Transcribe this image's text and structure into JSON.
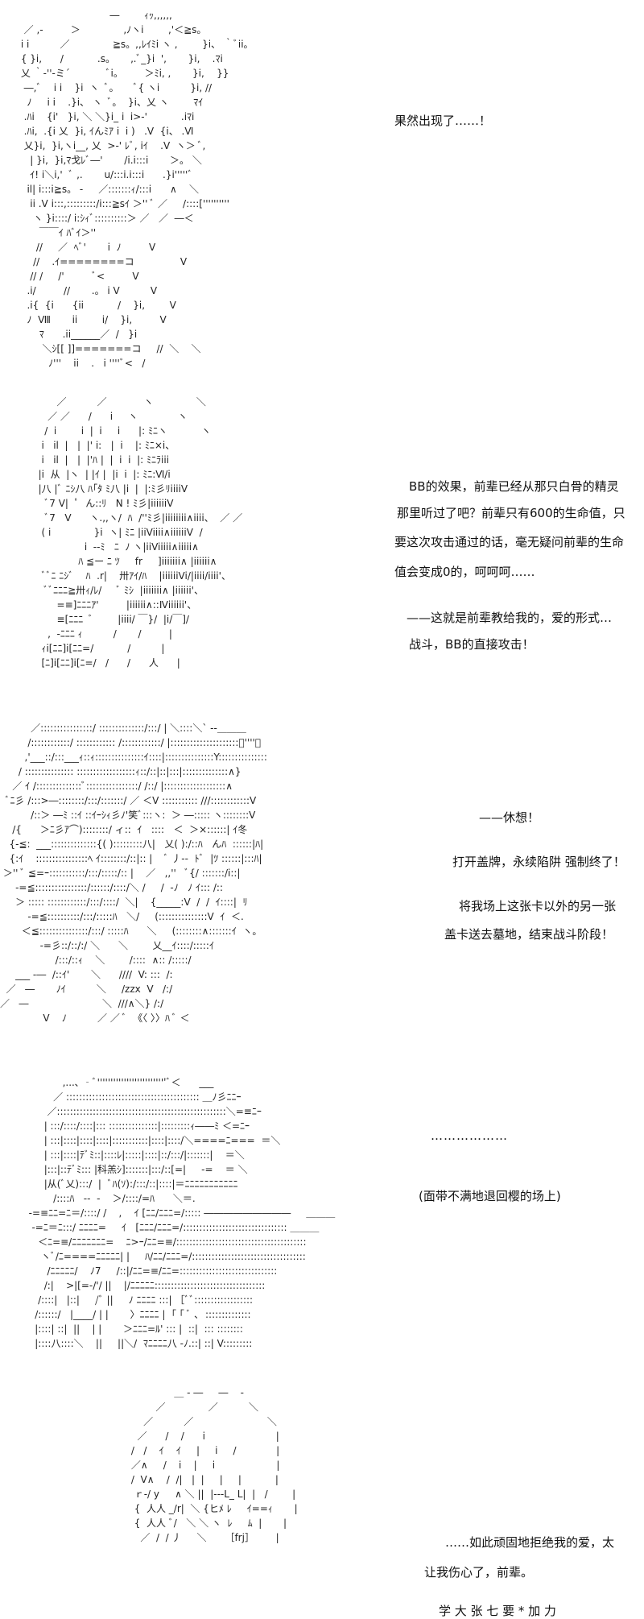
{
  "panels": [
    {
      "art": [
        "                              ―        ｨｯ,,,,,,",
        "  ／ ,‐         ＞              ,ﾉヽi        ,'＜≧s。",
        " i i          ／              ≧s。,,ﾚｲﾐi ヽ ,        }i、 ｀ﾞii。",
        " { }i,      /           .s。     ,.ﾞ_}i  ',       }i,    .ﾏi",
        " 乂 ｀‐''‐ミ´            ﾞi。       ＞ﾐi, ,       }i,    }}",
        "  ―,ﾞ    i i    }i  ヽ  ﾞ。     ﾞ{ ヽi          }i, //",
        "   ﾉ     i i    .}i、 ヽ  ﾞ。  }i、乂 ヽ        ﾏｲ",
        "  .ﾊi    {i'   }i, ＼ ＼}i_ i  i>‐'           .iﾏi",
        "  .ﾊi,  .{i 乂  }i, ｲんﾐｱ i  i )   .V  {i、 .Ⅵ",
        "  乂}i,  }i,ヽi__, 乂  >‐' ﾚﾞ, iｲ    .V  ヽ＞ ﾞ,",
        "    | }i,  }i,ﾏ戈ﾚﾞ―'       /i.i:::i       ＞。 ＼",
        "    ｲ! i＼i,'  ﾞ ,.       u/:::i.i:::i      .}i'''''ﾞ",
        "   il| i:::i≧s。 ‐     ／:::::::ｨ/:::i      ∧    ＼",
        "    ii .V i:::,:::::::::/i:::≧sｲ ＞'' ﾞ ／     /::::[''''''''''",
        "     ヽ }i::::/ i:ｼｨﾞ::::::::::＞ ／   ／  ―＜",
        "       ￣￣ｲ ﾊﾞｲ＞''",
        "      //     ／  ﾍﾞ'       i  ﾉ         V",
        "     //    .ｲ========コ               V",
        "    // /     /'         ﾞ<         V",
        "   .i/         //       .。 i V          V",
        "   .i{  {i      {ii           /    }i,        V",
        "   ﾉ  Ⅷ       ii        i/    }i,         V",
        "       ﾏ      .ii______／  /   }i",
        "        ＼ｼ[[ ]]=======コ     //  ＼    ＼",
        "          ﾉ'''    ii    .   i ''''ﾞ<   /"
      ],
      "lines": [
        "果然出现了……！"
      ]
    },
    {
      "art": [
        "        ／          ／            ヽ              ＼",
        "     ／ ／      /      i     ヽ             ヽ",
        "    /  i        i  |  i     i      |: ﾐﾆヽ           ヽ",
        "   i   il  |   |  |' i:   |  i    |: ﾐﾆ×i、",
        "   i   il  |   |  |'ﾊ |  |  i  i  |: ﾐﾆﾗiii",
        "  |i  从  |ヽ  | |ｲ |  |i  i  |: ﾐﾆ:Ⅵ/i",
        "  |八 |ﾞ ﾆｼ八 ﾊ｢ﾀ ﾐ八 |i  |  |:ﾐ彡ﾘiiiiV",
        "    ﾞ7 V|  ﾟ  ん::ﾘ   N ! ﾐ彡|iiiiiiV",
        "    ﾞ7   V      ヽ.,,ヽ/  ﾊ  /''ﾐ彡|iiiiiiii∧iiii、  ／ ／",
        "   ( i              }i  ヽ| ﾐﾆ |iiViiii∧iiiiiiV  /",
        "                 i  ‐‐ﾐ   ﾆ  ﾉ ヽ|iiViiiii∧iiiii∧",
        "               ﾊ ≦ー ﾆ ﾂ     fr     ]iiiiiii∧ |iiiiii∧",
        "   ﾞﾞﾆ ﾆｼﾞ    ﾊ  .r|    卅ｱｲ/ﾊ    |iiiiiiVi/|iiii/iiii'、",
        "    ﾞﾞﾆﾆﾆ≧卅ｨ/ﾚ/     ﾞ ﾐｼ  |iiiiiii∧ |iiiiii'、",
        "        =≡]ﾆﾆﾆｱ'         |iiiiii∧::Ⅳiiiiii'、",
        "        ≡[ﾆﾆﾆ  ﾞ        |iiii/ ￣}/  |i/￣]/",
        "     ,  -ﾆﾆﾆ ｨ          /       /         |",
        "   ｨi[ﾆﾆ]i[ﾆﾆ=/           /          |",
        "   [ﾆ]i[ﾆﾆ]i[ﾆ=/   /      /      人      |"
      ],
      "lines": [
        "BB的效果，前辈已经从那只白骨的精灵",
        "那里听过了吧？前辈只有600的生命值，只",
        "要这次攻击通过的话，毫无疑问前辈的生命",
        "值会变成0的，呵呵呵……",
        "——这就是前辈教给我的，爱的形式…",
        "战斗，BB的直接攻击！"
      ]
    },
    {
      "art": [
        "          ／::::::::::::::::/ ::::::::::::::/:::/ | ＼::::＼` ‐‐＿＿＿",
        "         /::::::::::::/ :::::::::::: /::::::::::::/ |:::::::::::::::::::::ﾞ''''ﾞ",
        "        ,'___::/:::___ｨ::ｨ:::::::::::::::ｲ::::|:::::::::::::::Y:::::::::::::::",
        "      / ::::::::::::::: ::::::::::::::::::ｨ::/::|::|:::|::::::::::::::∧}",
        "    ／ ｲ /::::::::::::::ﾞ::::::::::::::::/ /::/ |:::::::::::::::::::∧",
        "  ﾞﾆ彡 /:::>―::::::::/:::/:::::::/ ／ ＜V ::::::::::: ///::::::::::::V",
        "          /::＞ ―ﾐ ::ｲ ::ｲｰｼｨ彡ﾉ'笑ﾞ:::ヽ:  ＞ ―::::: ヽ::::::::V",
        "    /{      ＞ﾆ彡ｱ⌒)::::::::/ ィ::  ｲ   ::::   ＜  ＞×::::::| ｲ冬",
        "   {‐≦:  ___::::::::::::::{( ):::::::::八|   乂( ):/::ﾊ   んﾊ  ::::::|ﾊ|",
        "   {:ｲ    ::::::::::::::::ﾍ ｲ::::::::/::|:: |    ﾞ 丿‐‐  ﾄﾞ  |ﾂ ::::::|:::ﾊ|",
        " ＞'' ﾞ ≦=ｰ:::::::::::/:::/:::::/:: |    ／   ,,''   ﾞ{/ :::::::/i::|",
        "     ‐=≦::::::::::::::::/::::::/::::/＼ /     /  ‐ﾉ   ﾉ ｲ::: /::",
        "     ＞ ::::: ::::::::::::/:::/::::/  ＼|    {_____:V  /  /  ｲ::::|  ﾘ",
        "         ‐=≦::::::::::/:::/:::::ﾊ   ＼/     (:::::::::::::::V  ｲ  ＜.",
        "       ＜≦:::::::::::::::/:::/ :::::ﾊ      ＼     (::::::::∧:::::::ｲ  ヽ。",
        "             ‐=彡::/::/:/ ＼      ＼        乂__ｲ::::/:::::ｲ",
        "                  /:::/::ｨ    ＼        /::::  ∧:: /:::::/",
        "     ___ ‐―  /::ｲ'       ＼      ////  V: :::  /:",
        "  ／   ―       ﾉｲ          ＼     /zzx  V   /:/",
        "／   ―                        ＼  ///∧＼} /:/",
        "              V    ﾉ          ／ ／ ﾞ  《〈 〉〉ﾊ ﾞ ＜"
      ],
      "lines": [
        "——休想！",
        "打开盖牌，永续陷阱 强制终了！",
        "将我场上这张卡以外的另一张",
        "盖卡送去墓地，结束战斗阶段！"
      ]
    },
    {
      "art": [
        "             ,...､ ‐ﾞ''''''''''''''''''''''''''ﾞ＜      ___",
        "          ／ ::::::::::::::::::::::::::::::::::::::::: ＿ﾉ彡ﾆﾆｰ",
        "        ／::::::::::::::::::::::::::::::::::::::::::::::::::::＼=≡ﾆｰ",
        "       | :::/::::/::::|::: :::::::::::::::|:::::::::ｨ――ﾐ ＜=ﾆｰ",
        "       | :::|::::|::::|::::|:::::::::::|::::|::::/＼====ﾆ===  ＝＼",
        "       | :::|::::|ﾃﾞﾐ::|::::ﾚ|:::::|::::|::/:::/|:::::::|    ＝＼",
        "       |:::|::ﾃﾞﾐ::: |科羔ｼ]:::::::|:::/::[=|     ‐=    ＝ ＼",
        "       |从(ﾞ乂):::/  |  ﾞﾊ(ｿ):/:::/::|::::|＝ﾆﾆﾆﾆﾆﾆﾆﾆﾆﾆﾆ",
        "          /::::ﾊ   ‐‐  ‐    ＞/::::/=ﾊ      ＼＝.",
        "  ‐=≡ﾆﾆ=ﾆ＝/::::/ /    ,    ｲ [ﾆﾆ/ﾆﾆﾆ=/::::: ―――――――――     ＿＿＿",
        "   ‐=ﾆ＝ﾆ:::/ ﾆﾆﾆﾆ=     ｲ   [ﾆﾆﾆ/ﾆﾆﾆ=/:::::::::::::::::::::::::::::::: ＿＿＿",
        "     ＜ﾆ=≡/ﾆﾆﾆﾆﾆﾆﾆ=    ﾆ>ｰ/ﾆﾆ=≡/::::::::::::::::::::::::::::::::::::::::",
        "      ヽﾞ/ﾆ====ﾆﾆﾆﾆﾆ| |     ﾊ/ﾆﾆ/ﾆﾆﾆ=/:::::::::::::::::::::::::::::::::::",
        "        /ﾆﾆﾆﾆﾆ/    ﾉ7     /::|/ﾆﾆ=≡/ﾆﾆ=::::::::::::::::::::::::::::::",
        "       /:|    >|[=‐/'/ ||    |/ﾆﾆﾆﾆﾆ::::::::::::::::::::::::::::::::::",
        "     /::::|   |::|     /ﾞ ||     ﾉ ﾆﾆﾆﾆ :::| ［ﾞﾞ::::::::::::::::::",
        "    /::::::/   |____/ | |       〉ﾆﾆﾆﾆ |  ｢ ｢ ﾞ ､  ::::::::::::::",
        "    |::::| ::|  ||    | |       ＞ﾆﾆﾆ=ﾙ' ::: |  ::|  ::: ::::::::",
        "    |::::八::::＼    ||     ||＼/  ﾏﾆﾆﾆﾆ八 ‐ﾉ.::| ::| V:::::::::"
      ],
      "lines": [
        "………………",
        "(面带不满地退回樱的场上)"
      ]
    },
    {
      "art": [
        "                    ＿ ‐ ―     ―    ‐",
        "              ／              ／          ＼",
        "          ／          ／                        ＼",
        "        ／      /    /      i                       |",
        "      /   /    ｲ    ｲ     |     i     /             |",
        "      ／∧     /    i    |     i                    |",
        "      /  V∧    /  /|   |  |     |     |           |",
        "       ｒ‐/ y     ∧ ＼ ||  |‐‐‐L_ L|  |   /        |",
        "       {  人人 _/r|  ＼ {ヒﾒ ﾚ     ｲ==ｨ       |",
        "       {  人人 ﾞ/   ＼ ＼ ヽ  ﾚ     ﾑ  |       |",
        "         ／  /  / 丿     ＼      ［frj］       |"
      ],
      "lines": [
        "……如此顽固地拒绝我的爱，太",
        "让我伤心了，前辈。",
        "学 大   张 七   要 * 加 力"
      ]
    }
  ]
}
